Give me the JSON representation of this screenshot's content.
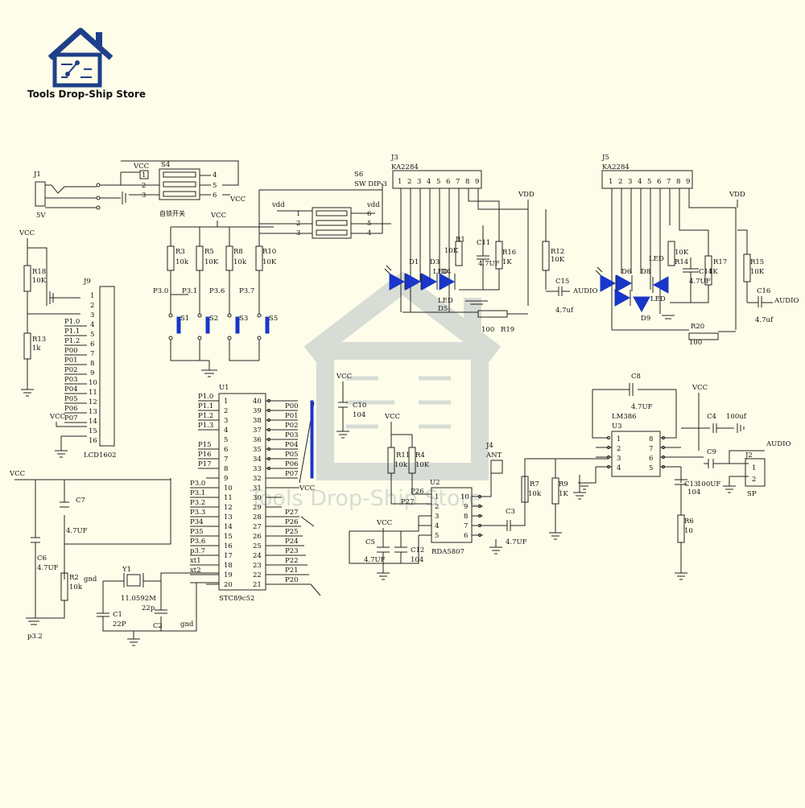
{
  "brand": {
    "name": "Tools Drop-Ship Store",
    "watermark": "Tools Drop-Ship Store",
    "accent_color": "#1f3f8a",
    "watermark_color": "#b9c2c5"
  },
  "labels": {
    "vcc": "VCC",
    "vdd": "VDD",
    "vdd_lower": "vdd",
    "gnd": "gnd",
    "audio": "AUDIO",
    "five_v": "5V",
    "j1": "J1",
    "s4": "S4",
    "s4_caption": "自锁开关",
    "s6": "S6",
    "s6_type": "SW DIP-3",
    "j9": "J9",
    "lcd": "LCD1602",
    "r18": "R18",
    "r18_v": "10K",
    "r13": "R13",
    "r13_v": "1k",
    "r3": "R3",
    "r5": "R5",
    "r8": "R8",
    "r10": "R10",
    "v10k": "10K",
    "v10k_lower": "10k",
    "p30": "P3.0",
    "p31": "P3.1",
    "p36": "P3.6",
    "p37": "P3.7",
    "s1": "S1",
    "s2": "S2",
    "s3": "S3",
    "s5": "S5",
    "u1": "U1",
    "u1_type": "STC89c52",
    "j3": "J3",
    "j3_type": "KA2284",
    "j5": "J5",
    "j5_type": "KA2284",
    "r1": "R1",
    "c11": "C11",
    "c11_v": "4.7UF",
    "r16": "R16",
    "r16_v": "1K",
    "r12": "R12",
    "c15": "C15",
    "c15_v": "4.7uf",
    "d1": "D1",
    "d3": "D3",
    "d4": "D4",
    "d5": "D5",
    "led": "LED",
    "r19": "R19",
    "v100": "100",
    "d6": "D6",
    "d8": "D8",
    "d9": "D9",
    "r14": "R14",
    "c14": "C14",
    "c14_v": "4.7UF",
    "r17": "R17",
    "r17_v": "1K",
    "r15": "R15",
    "c16": "C16",
    "c16_v": "4.7uf",
    "r20": "R20",
    "c10": "C10",
    "c10_v": "104",
    "r11": "R11",
    "r4": "R4",
    "j4": "J4",
    "ant": "ANT",
    "u2": "U2",
    "u2_type": "RDA5807",
    "p26": "P26",
    "p27": "P27",
    "c5": "C5",
    "c5_v": "4.7UF",
    "c12": "C12",
    "c12_v": "104",
    "c3": "C3",
    "c3_v": "4.7UF",
    "r7": "R7",
    "r9": "R9",
    "r9_v": "1K",
    "c8": "C8",
    "c8_v": "4.7UF",
    "u3": "U3",
    "u3_type": "LM386",
    "c4": "C4",
    "c4_v": "100uf",
    "c9": "C9",
    "c9_v": "100UF",
    "c13": "C13",
    "c13_v": "104",
    "r6": "R6",
    "r6_v": "10",
    "j2": "J2",
    "sp": "SP",
    "c7": "C7",
    "c7_v": "4.7UF",
    "c6": "C6",
    "c6_v": "4.7UF",
    "r2": "R2",
    "y1": "Y1",
    "y1_v": "11.0592M",
    "c1": "C1",
    "c1_v": "22P",
    "c2": "C2",
    "c2_v": "22p",
    "xt1": "xt1",
    "xt2": "xt2",
    "p3_p": "p3.2"
  },
  "s4_pins_left": [
    "1",
    "2",
    "3"
  ],
  "s4_pins_right": [
    "4",
    "5",
    "6"
  ],
  "s6_pins_left": [
    "1",
    "2",
    "3"
  ],
  "s6_pins_right": [
    "6",
    "5",
    "4"
  ],
  "ka_pins": [
    "1",
    "2",
    "3",
    "4",
    "5",
    "6",
    "7",
    "8",
    "9"
  ],
  "j9_pins": [
    "1",
    "2",
    "3",
    "4",
    "5",
    "6",
    "7",
    "8",
    "9",
    "10",
    "11",
    "12",
    "13",
    "14",
    "15",
    "16"
  ],
  "j9_nets": [
    "P1.0",
    "P1.1",
    "P1.2",
    "P00",
    "P01",
    "P02",
    "P03",
    "P04",
    "P05",
    "P06",
    "P07"
  ],
  "u1_left_nets": [
    "P1.0",
    "P1.1",
    "P1.2",
    "P1.3",
    "",
    "P15",
    "P16",
    "P17",
    "",
    "P3.0",
    "P3.1",
    "P3.2",
    "P3.3",
    "P34",
    "P35",
    "P3.6",
    "p3.7",
    "xt1",
    "xt2",
    ""
  ],
  "u1_left_pins": [
    "1",
    "2",
    "3",
    "4",
    "5",
    "6",
    "7",
    "8",
    "9",
    "10",
    "11",
    "12",
    "13",
    "14",
    "15",
    "16",
    "17",
    "18",
    "19",
    "20"
  ],
  "u1_right_pins": [
    "40",
    "39",
    "38",
    "37",
    "36",
    "35",
    "34",
    "33",
    "32",
    "31",
    "30",
    "29",
    "28",
    "27",
    "26",
    "25",
    "24",
    "23",
    "22",
    "21"
  ],
  "u1_right_nets": [
    "",
    "P00",
    "P01",
    "P02",
    "P03",
    "P04",
    "P05",
    "P06",
    "P07",
    "VCC",
    "",
    "",
    "P27",
    "P26",
    "P25",
    "P24",
    "P23",
    "P22",
    "P21",
    "P20"
  ],
  "u2_left_pins": [
    "1",
    "2",
    "3",
    "4",
    "5"
  ],
  "u2_right_pins": [
    "10",
    "9",
    "8",
    "7",
    "6"
  ],
  "u3_left_pins": [
    "1",
    "2",
    "3",
    "4"
  ],
  "u3_right_pins": [
    "8",
    "7",
    "6",
    "5"
  ],
  "j2_pins": [
    "1",
    "2"
  ]
}
